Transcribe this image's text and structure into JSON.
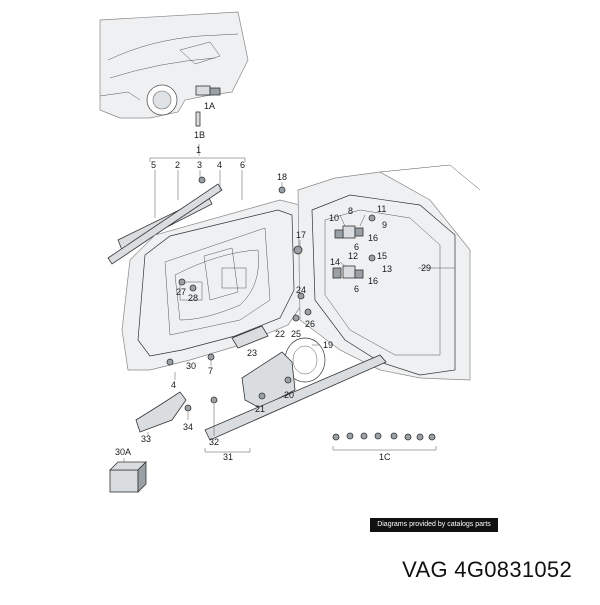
{
  "callouts": {
    "c1A": "1A",
    "c1B": "1B",
    "c1": "1",
    "c2": "2",
    "c3": "3",
    "c4a": "4",
    "c5": "5",
    "c6": "6",
    "c18": "18",
    "c17": "17",
    "c27": "27",
    "c28": "28",
    "c24": "24",
    "c22": "22",
    "c26": "26",
    "c25": "25",
    "c23": "23",
    "c19": "19",
    "c30": "30",
    "c7": "7",
    "c4b": "4",
    "c20": "20",
    "c21": "21",
    "c33": "33",
    "c34": "34",
    "c32": "32",
    "c31": "31",
    "c30A": "30A",
    "c1C": "1C",
    "c8": "8",
    "c10": "10",
    "c11": "11",
    "c9": "9",
    "c16a": "16",
    "c6b": "6",
    "c12": "12",
    "c14": "14",
    "c15": "15",
    "c13": "13",
    "c16b": "16",
    "c6c": "6",
    "c29": "29"
  },
  "credit": "Diagrams provided by catalogs parts",
  "part_number": "VAG 4G0831052"
}
